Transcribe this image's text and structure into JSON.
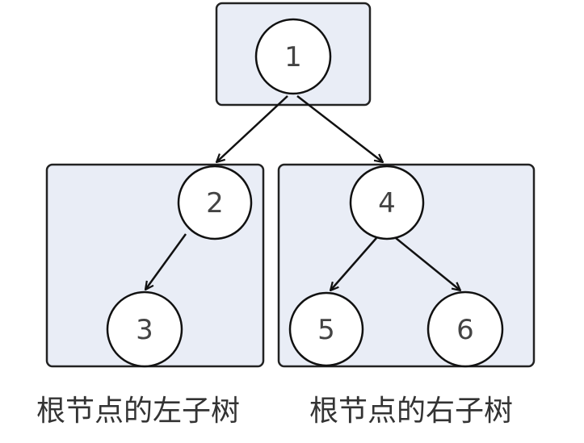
{
  "diagram": {
    "type": "binary-tree",
    "nodes": [
      {
        "id": "1",
        "label": "1"
      },
      {
        "id": "2",
        "label": "2"
      },
      {
        "id": "3",
        "label": "3"
      },
      {
        "id": "4",
        "label": "4"
      },
      {
        "id": "5",
        "label": "5"
      },
      {
        "id": "6",
        "label": "6"
      }
    ],
    "edges": [
      {
        "from": "1",
        "to": "2"
      },
      {
        "from": "1",
        "to": "4"
      },
      {
        "from": "2",
        "to": "3"
      },
      {
        "from": "4",
        "to": "5"
      },
      {
        "from": "4",
        "to": "6"
      }
    ],
    "groups": {
      "root": {
        "contains": [
          "1"
        ]
      },
      "left_subtree": {
        "contains": [
          "2",
          "3"
        ]
      },
      "right_subtree": {
        "contains": [
          "4",
          "5",
          "6"
        ]
      }
    },
    "captions": {
      "left": "根节点的左子树",
      "right": "根节点的右子树"
    },
    "colors": {
      "box_fill": "#e9edf6",
      "box_stroke": "#222222",
      "node_fill": "#ffffff",
      "node_stroke": "#111111",
      "edge": "#111111"
    }
  }
}
